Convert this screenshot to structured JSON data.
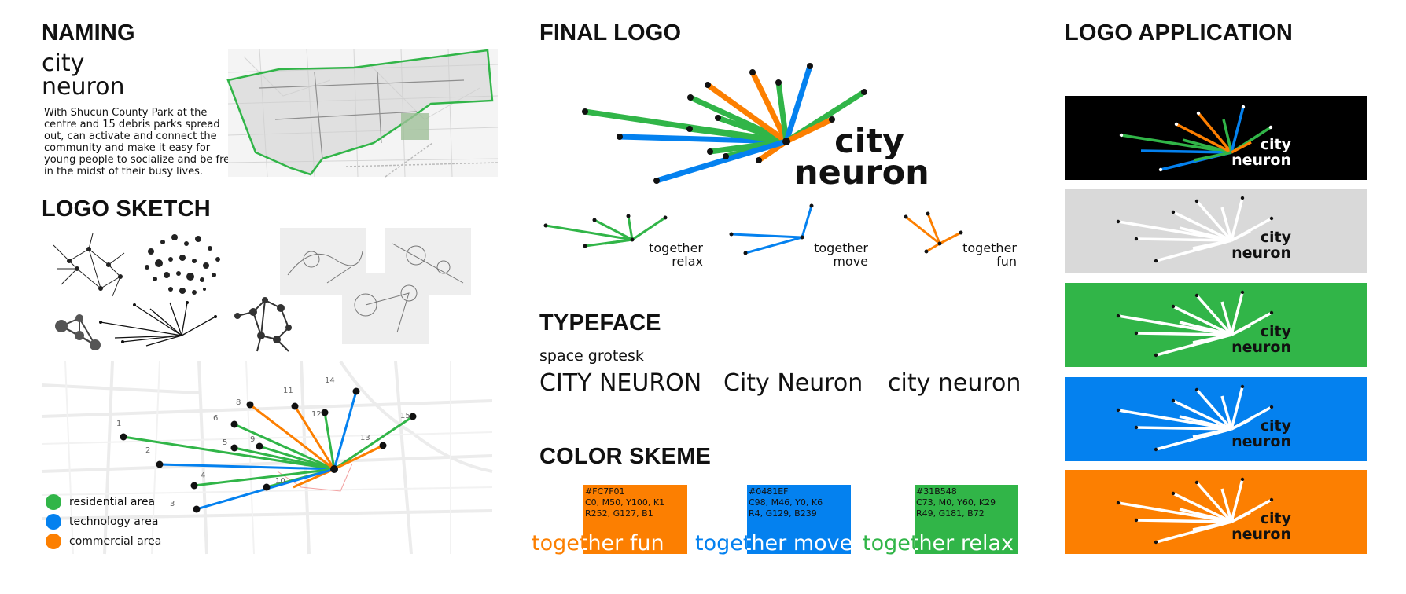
{
  "naming": {
    "heading": "NAMING",
    "name_line1": "city",
    "name_line2": "neuron",
    "description": "With Shucun County Park at the centre and 15 debris parks spread out, can activate and connect the community and make it easy for young people to socialize and be free in the midst of their busy lives."
  },
  "sketch": {
    "heading": "LOGO SKETCH",
    "numbers": [
      "1",
      "2",
      "3",
      "4",
      "5",
      "6",
      "8",
      "9",
      "10",
      "11",
      "12",
      "13",
      "14",
      "15"
    ],
    "legend": [
      {
        "label": "residential area",
        "color": "#31B548"
      },
      {
        "label": "technology area",
        "color": "#0481EF"
      },
      {
        "label": "commercial  area",
        "color": "#FC7F01"
      }
    ]
  },
  "final_logo": {
    "heading": "FINAL LOGO",
    "logo_line1": "city",
    "logo_line2": "neuron",
    "variants": [
      {
        "line1": "together",
        "line2": "relax",
        "color": "#31B548"
      },
      {
        "line1": "together",
        "line2": "move",
        "color": "#0481EF"
      },
      {
        "line1": "together",
        "line2": "fun",
        "color": "#FC7F01"
      }
    ]
  },
  "typeface": {
    "heading": "TYPEFACE",
    "font_name": "space grotesk",
    "samples": [
      "CITY NEURON",
      "City Neuron",
      "city neuron"
    ]
  },
  "colors": {
    "heading": "COLOR SKEME",
    "swatches": [
      {
        "hex": "#FC7F01",
        "cmyk": "C0, M50, Y100, K1",
        "rgb": "R252, G127, B1",
        "color": "#FC7F01",
        "slogan": "together fun"
      },
      {
        "hex": "#0481EF",
        "cmyk": "C98, M46, Y0, K6",
        "rgb": "R4, G129, B239",
        "color": "#0481EF",
        "slogan": "together move"
      },
      {
        "hex": "#31B548",
        "cmyk": "C73, M0, Y60, K29",
        "rgb": "R49, G181, B72",
        "color": "#31B548",
        "slogan": "together relax"
      }
    ]
  },
  "application": {
    "heading": "LOGO APPLICATION",
    "text_line1": "city",
    "text_line2": "neuron",
    "cards": [
      {
        "bg": "#000000",
        "style": "color"
      },
      {
        "bg": "#D9D9D9",
        "style": "white"
      },
      {
        "bg": "#31B548",
        "style": "white"
      },
      {
        "bg": "#0481EF",
        "style": "white"
      },
      {
        "bg": "#FC7F01",
        "style": "white"
      }
    ]
  }
}
